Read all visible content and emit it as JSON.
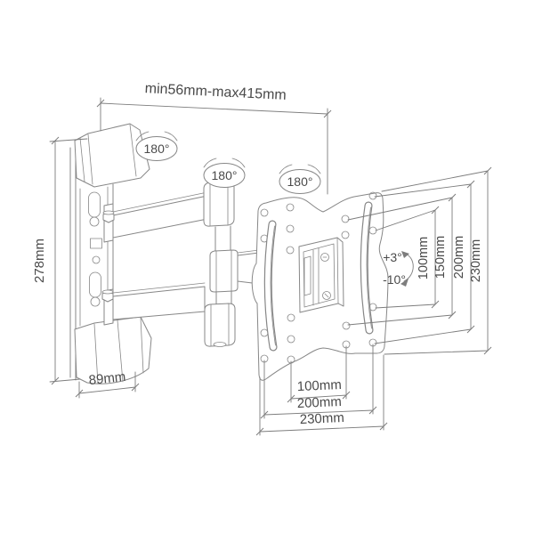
{
  "diagram": {
    "subject": "full-motion TV wall mount bracket technical line drawing",
    "background": "#ffffff",
    "line_color": "#878787",
    "dim_line_color": "#7d7d7d",
    "text_color": "#4a4a4a"
  },
  "labels": {
    "extension_range": "min56mm-max415mm",
    "wall_plate_height": "278mm",
    "wall_plate_width": "89mm",
    "rotation": [
      "180°",
      "180°",
      "180°"
    ],
    "tilt_up": "+3°",
    "tilt_down": "-10°",
    "vesa_vertical": [
      "100mm",
      "150mm",
      "200mm",
      "230mm"
    ],
    "vesa_horizontal": [
      "100mm",
      "200mm",
      "230mm"
    ]
  }
}
